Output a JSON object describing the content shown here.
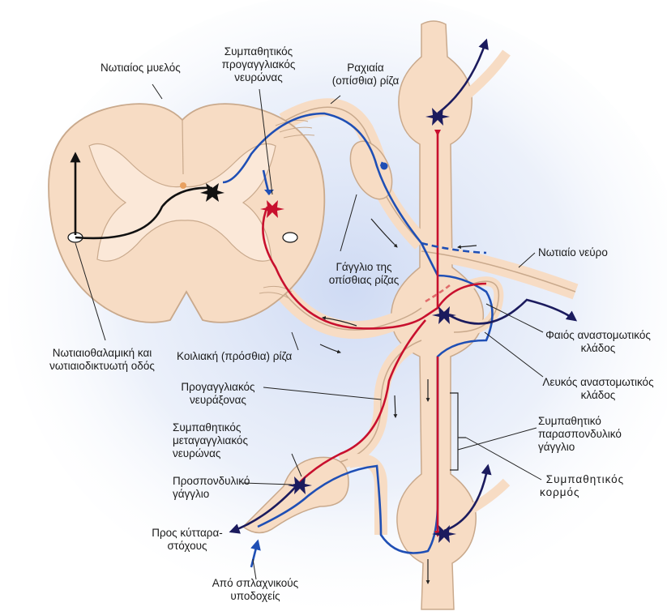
{
  "labels": {
    "spinal_cord": "Νωτιαίος μυελός",
    "preganglionic_neuron": [
      "Συμπαθητικός",
      "προγαγγλιακός",
      "νευρώνας"
    ],
    "dorsal_root": [
      "Ραχιαία",
      "(οπίσθια) ρίζα"
    ],
    "spinal_nerve": "Νωτιαίο νεύρο",
    "dorsal_root_ganglion": [
      "Γάγγλιο της",
      "οπίσθιας ρίζας"
    ],
    "spinothalamic_tract": [
      "Νωτιαιοθαλαμική και",
      "νωτιαιοδικτυωτή οδός"
    ],
    "ventral_root": "Κοιλιακή (πρόσθια) ρίζα",
    "gray_ramus": [
      "Φαιός αναστομωτικός",
      "κλάδος"
    ],
    "white_ramus": [
      "Λευκός αναστομωτικός",
      "κλάδος"
    ],
    "preganglionic_axon": [
      "Προγαγγλιακός",
      "νευράξονας"
    ],
    "paravertebral_ganglion": [
      "Συμπαθητικό",
      "παρασπονδυλικό",
      "γάγγλιο"
    ],
    "postganglionic_neuron": [
      "Συμπαθητικός",
      "μεταγαγγλιακός",
      "νευρώνας"
    ],
    "prevertebral_ganglion": [
      "Προσπονδυλικό",
      "γάγγλιο"
    ],
    "sympathetic_trunk": [
      "Συμπαθητικός",
      "κορμός"
    ],
    "to_targets": [
      "Προς κύτταρα-",
      "στόχους"
    ],
    "from_receptors": [
      "Από σπλαχνικούς",
      "υποδοχείς"
    ]
  },
  "colors": {
    "tissue": "#f7dcc4",
    "tissue_outline": "#c9a98c",
    "sympathetic_red": "#c8102e",
    "sensory_blue": "#1f4fb5",
    "postganglionic_navy": "#1b1b5e",
    "tract_black": "#111111",
    "background_glow": "#c9d6f2"
  }
}
